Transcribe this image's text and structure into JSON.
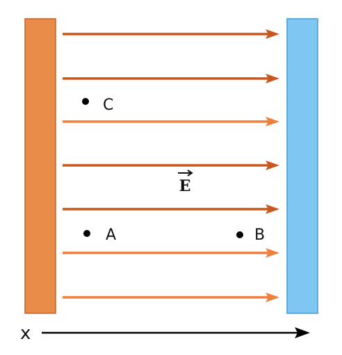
{
  "plates": {
    "left_color": "#E98C4A",
    "left_border": "#C4622A",
    "right_color": "#80C6F2",
    "right_border": "#3E9BD6"
  },
  "field": {
    "label": "E",
    "arrow_color_dark": "#C9561C",
    "arrow_color_light": "#F07F3C",
    "line_count": 7
  },
  "points": {
    "a": "A",
    "b": "B",
    "c": "C"
  },
  "axis": {
    "label": "x",
    "color": "#000000"
  }
}
